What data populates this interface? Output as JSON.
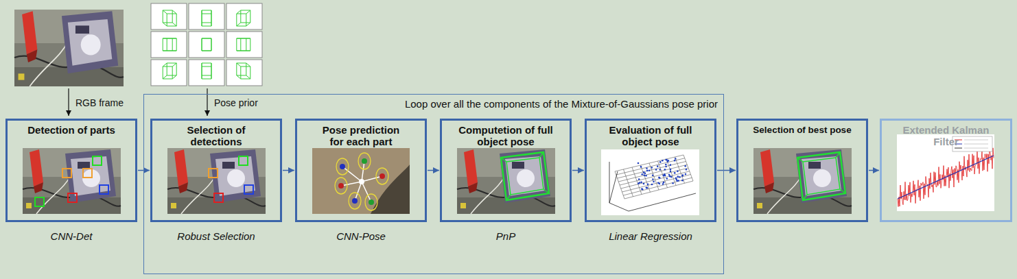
{
  "diagram": {
    "nodes": [
      {
        "text": [
          "Detection of parts",
          "CNN-Det"
        ]
      },
      {
        "text": [
          "Loop over all the components of the Mixture-of-Gaussians pose prior"
        ]
      },
      {
        "text": [
          "Selection of detections",
          "Robust Selection"
        ],
        "in": 1
      },
      {
        "text": [
          "Pose prediction for each part",
          "CNN-Pose"
        ],
        "in": 1
      },
      {
        "text": [
          "Computetion of full object pose",
          "PnP"
        ],
        "in": 1
      },
      {
        "text": [
          "Evaluation of full object pose",
          "Linear Regression"
        ],
        "in": 1
      },
      {
        "text": [
          "Selection of best pose"
        ]
      },
      {
        "text": [
          "Extended Kalman Filter"
        ]
      }
    ],
    "edges": [
      {
        "from": 0,
        "to": 2,
        "arrow": "to"
      },
      {
        "from": 2,
        "to": 3,
        "arrow": "to"
      },
      {
        "from": 3,
        "to": 4,
        "arrow": "to"
      },
      {
        "from": 4,
        "to": 5,
        "arrow": "to"
      },
      {
        "from": 5,
        "to": 6,
        "arrow": "to"
      },
      {
        "from": 6,
        "to": 7,
        "arrow": "to"
      }
    ],
    "labels": [
      "RGB frame",
      "Pose prior"
    ]
  }
}
